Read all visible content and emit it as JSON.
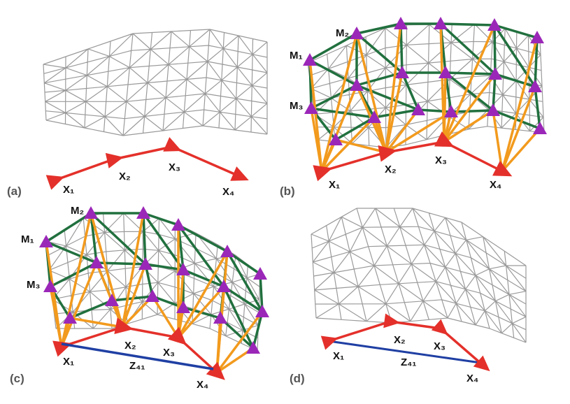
{
  "panels": [
    {
      "label": "(a)"
    },
    {
      "label": "(b)"
    },
    {
      "label": "(c)"
    },
    {
      "label": "(d)"
    }
  ],
  "labels": {
    "x1": "X₁",
    "x2": "X₂",
    "x3": "X₃",
    "x4": "X₄",
    "m1": "M₁",
    "m2": "M₂",
    "m3": "M₃",
    "z41": "Z₄₁"
  },
  "colors": {
    "mesh": "#9a9a9a",
    "pose": "#e4302a",
    "trajectory": "#e4302a",
    "landmark": "#9b27b8",
    "landmark_edge": "#21703e",
    "observation": "#f29a1d",
    "loop_closure": "#1f3fa3"
  }
}
